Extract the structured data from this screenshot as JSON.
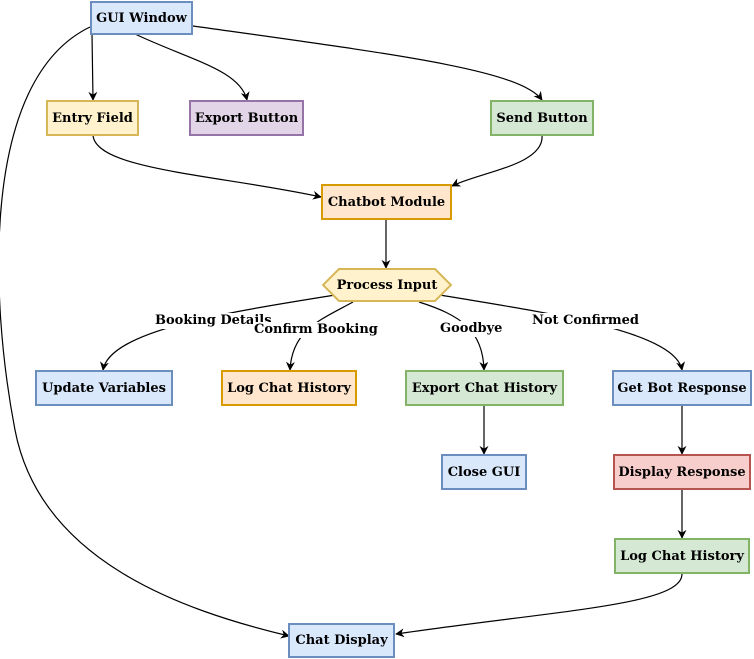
{
  "nodes": {
    "gui_window": "GUI Window",
    "entry_field": "Entry Field",
    "export_button": "Export Button",
    "send_button": "Send Button",
    "chatbot_module": "Chatbot Module",
    "process_input": "Process Input",
    "update_variables": "Update Variables",
    "log_chat_history_1": "Log Chat History",
    "export_chat_history": "Export Chat History",
    "get_bot_response": "Get Bot Response",
    "close_gui": "Close GUI",
    "display_response": "Display Response",
    "log_chat_history_2": "Log Chat History",
    "chat_display": "Chat Display"
  },
  "edge_labels": {
    "booking_details": "Booking Details",
    "confirm_booking": "Confirm Booking",
    "goodbye": "Goodbye",
    "not_confirmed": "Not Confirmed"
  },
  "colors": {
    "blue_fill": "#dae8fc",
    "blue_stroke": "#6c8ebf",
    "yellow_fill": "#fff2cc",
    "yellow_stroke": "#d6b656",
    "purple_fill": "#e1d5e7",
    "purple_stroke": "#9673a6",
    "green_fill": "#d5e8d4",
    "green_stroke": "#82b366",
    "orange_fill": "#ffe6cc",
    "orange_stroke": "#d79b00",
    "red_fill": "#f8cecc",
    "red_stroke": "#b85450"
  }
}
